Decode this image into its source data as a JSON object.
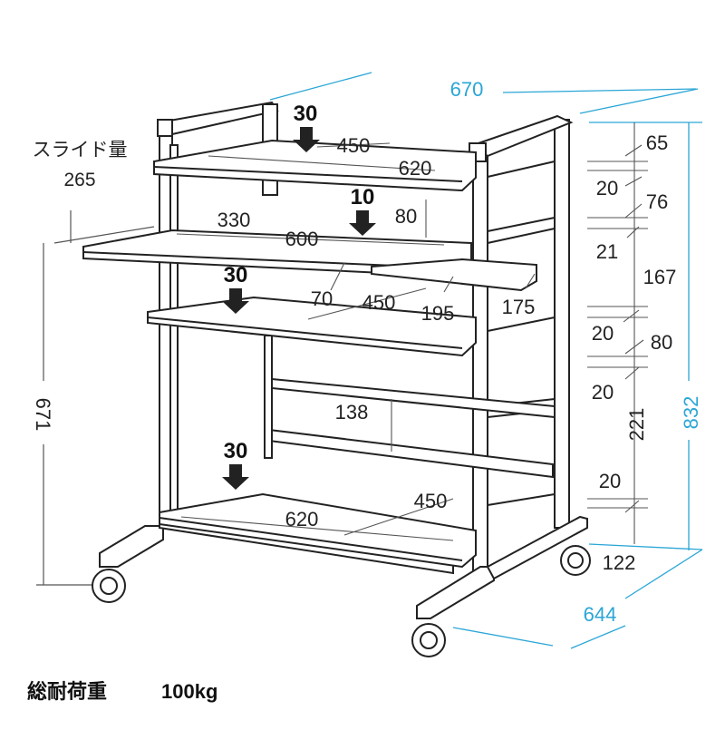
{
  "slide_label": "スライド量",
  "slide_value": "265",
  "dims": {
    "overall_width": "670",
    "overall_height": "832",
    "overall_depth": "644",
    "slide_height": "671",
    "top_width": "620",
    "top_depth": "450",
    "kb_width": "600",
    "kb_330": "330",
    "kb_depth_80": "80",
    "kb_70": "70",
    "mid_depth": "450",
    "mid_195": "195",
    "mid_175": "175",
    "bar_138": "138",
    "bottom_width": "620",
    "bottom_depth": "450",
    "r_65": "65",
    "r_20a": "20",
    "r_76": "76",
    "r_21": "21",
    "r_167": "167",
    "r_20b": "20",
    "r_80": "80",
    "r_20c": "20",
    "r_221": "221",
    "r_20d": "20",
    "r_122": "122"
  },
  "loads": {
    "top": "30",
    "keyboard": "10",
    "middle": "30",
    "bottom": "30"
  },
  "caption": {
    "label": "総耐荷重",
    "value": "100kg"
  },
  "colors": {
    "frame": "#222222",
    "dimension_cyan": "#2aa6d6"
  }
}
